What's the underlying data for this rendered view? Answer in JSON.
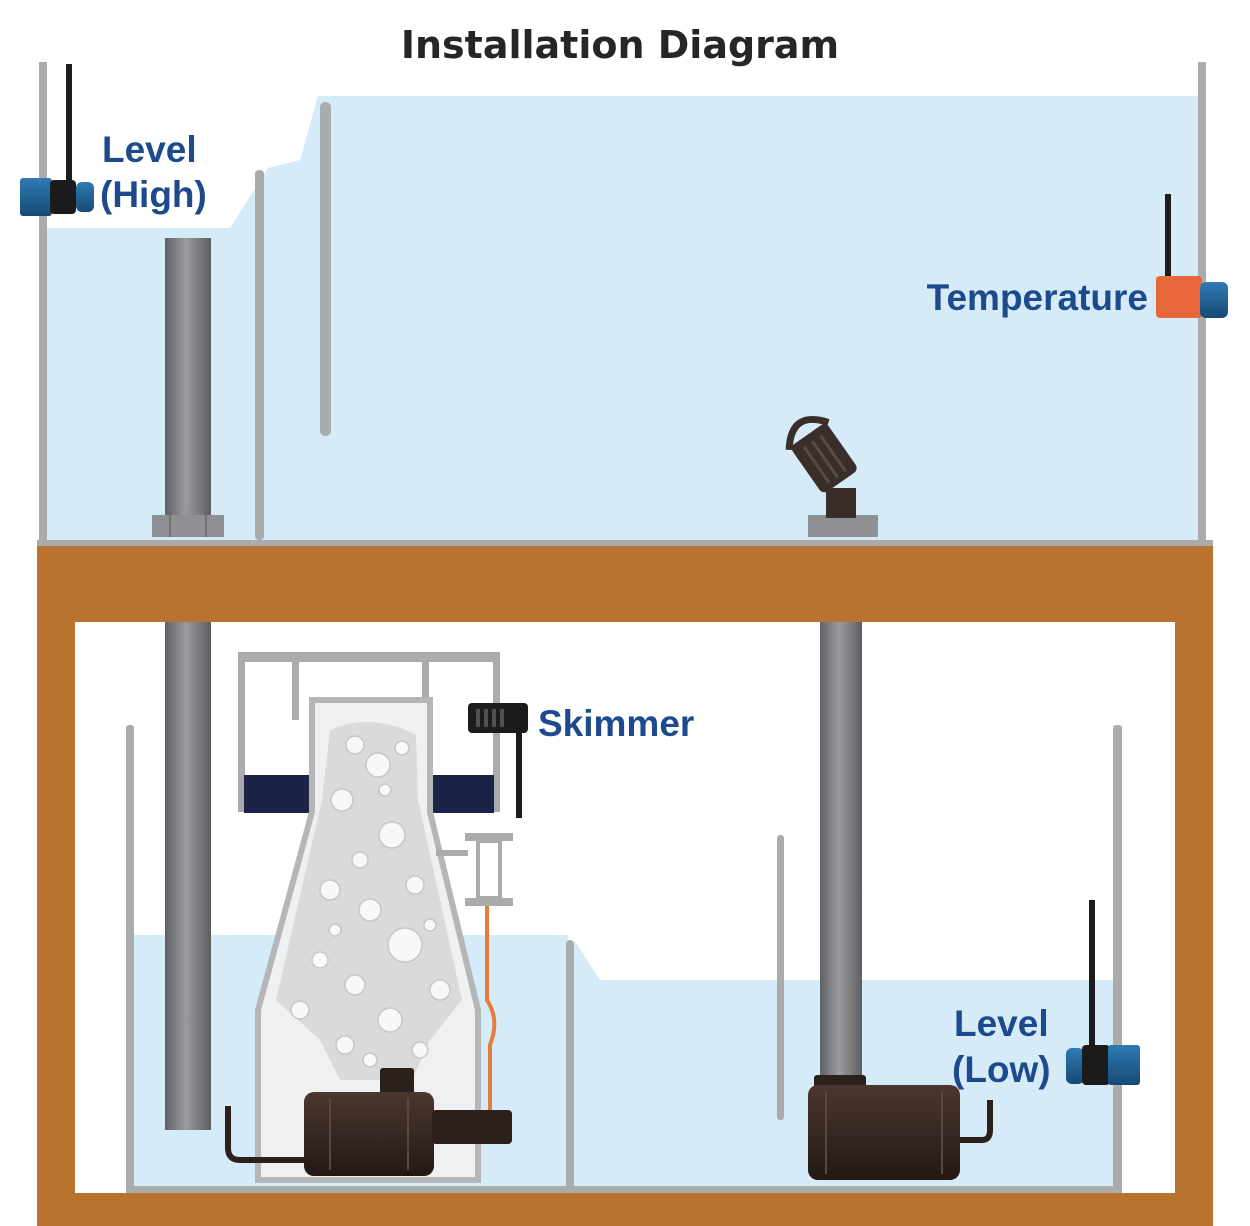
{
  "title": "Installation Diagram",
  "labels": {
    "level_high_line1": "Level",
    "level_high_line2": "(High)",
    "temperature": "Temperature",
    "skimmer": "Skimmer",
    "level_low_line1": "Level",
    "level_low_line2": "(Low)"
  },
  "colors": {
    "water": "#d6ebf8",
    "stand_wood": "#b8742f",
    "glass_gray": "#a9abad",
    "pipe_gray": "#7d7f82",
    "label_blue": "#1d4a8c",
    "sensor_blue": "#1f5f93",
    "temperature_sensor": "#e8663b",
    "pump_body": "#3a2a24",
    "skimmer_cup_band": "#1b2348",
    "heater_wire": "#e57b3c"
  },
  "icons": [
    "level-high-sensor-icon",
    "temperature-sensor-icon",
    "skimmer-controller-icon",
    "level-low-sensor-icon",
    "return-nozzle-icon",
    "skimmer-pump-icon",
    "return-pump-icon"
  ]
}
